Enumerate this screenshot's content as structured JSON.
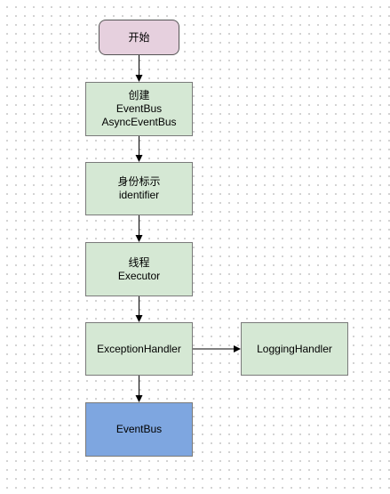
{
  "nodes": {
    "start": {
      "lines": [
        "开始"
      ]
    },
    "create": {
      "lines": [
        "创建",
        "EventBus",
        "AsyncEventBus"
      ]
    },
    "identity": {
      "lines": [
        "身份标示",
        "identifier"
      ]
    },
    "thread": {
      "lines": [
        "线程",
        "Executor"
      ]
    },
    "exception": {
      "lines": [
        "ExceptionHandler"
      ]
    },
    "logging": {
      "lines": [
        "LoggingHandler"
      ]
    },
    "eventbus": {
      "lines": [
        "EventBus"
      ]
    }
  },
  "edges": [
    {
      "from": "start",
      "to": "create"
    },
    {
      "from": "create",
      "to": "identity"
    },
    {
      "from": "identity",
      "to": "thread"
    },
    {
      "from": "thread",
      "to": "exception"
    },
    {
      "from": "exception",
      "to": "logging"
    },
    {
      "from": "exception",
      "to": "eventbus"
    }
  ],
  "colors": {
    "start_fill": "#e6d0de",
    "process_fill": "#d5e8d4",
    "end_fill": "#7ea6e0",
    "stroke": "#7a7a7a",
    "edge": "#000000"
  }
}
